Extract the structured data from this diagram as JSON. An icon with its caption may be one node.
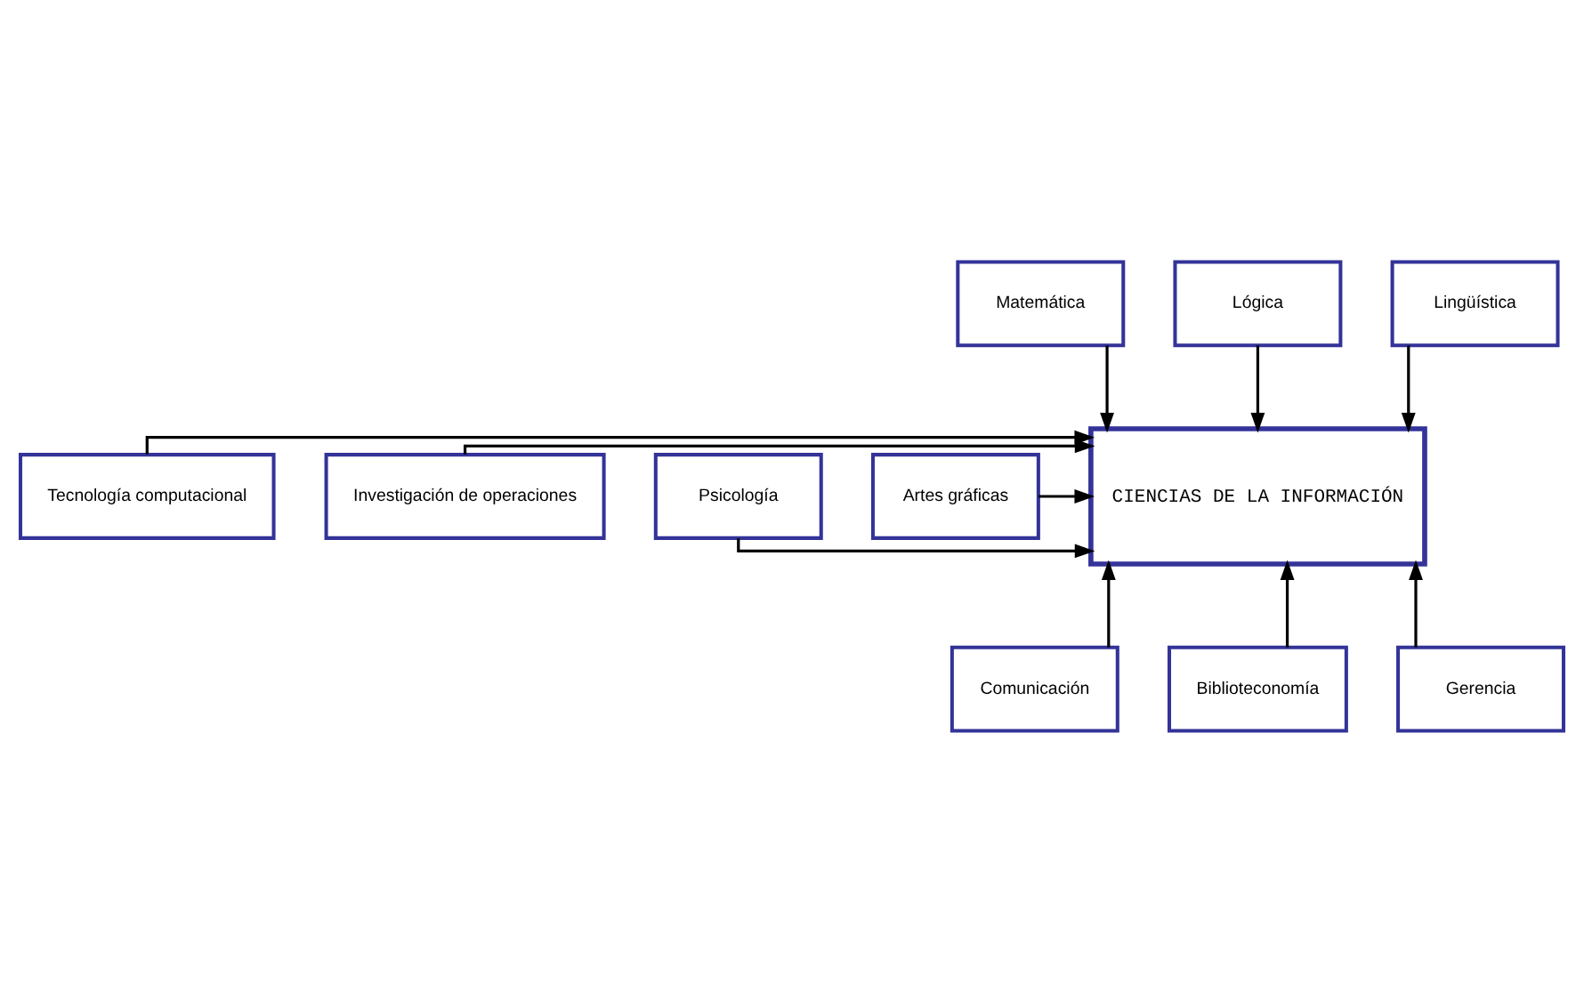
{
  "diagram": {
    "nodes": [
      {
        "text": [
          "Matemática"
        ]
      },
      {
        "text": [
          "Lógica"
        ]
      },
      {
        "text": [
          "Lingüística"
        ]
      },
      {
        "text": [
          "Tecnología computacional"
        ]
      },
      {
        "text": [
          "Investigación de operaciones"
        ]
      },
      {
        "text": [
          "CIENCIAS DE LA INFORMACIÓN"
        ]
      },
      {
        "text": [
          "Psicología"
        ]
      },
      {
        "text": [
          "Artes gráficas"
        ]
      },
      {
        "text": [
          "Comunicación"
        ]
      },
      {
        "text": [
          "Biblioteconomía"
        ]
      },
      {
        "text": [
          "Gerencia"
        ]
      }
    ],
    "edges": [
      {
        "from": 0,
        "to": 5,
        "arrow": "to"
      },
      {
        "from": 1,
        "to": 5,
        "arrow": "to"
      },
      {
        "from": 2,
        "to": 5,
        "arrow": "to"
      },
      {
        "from": 3,
        "to": 5,
        "arrow": "to"
      },
      {
        "from": 4,
        "to": 5,
        "arrow": "to"
      },
      {
        "from": 6,
        "to": 5,
        "arrow": "to"
      },
      {
        "from": 7,
        "to": 5,
        "arrow": "to"
      },
      {
        "from": 8,
        "to": 5,
        "arrow": "to"
      },
      {
        "from": 9,
        "to": 5,
        "arrow": "to"
      },
      {
        "from": 10,
        "to": 5,
        "arrow": "to"
      }
    ]
  }
}
